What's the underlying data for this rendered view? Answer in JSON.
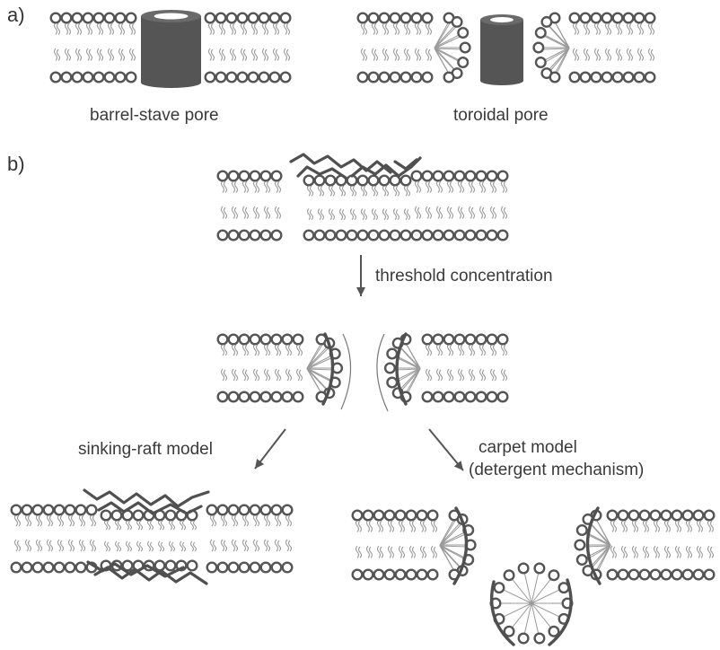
{
  "panels": {
    "a": "a)",
    "b": "b)"
  },
  "labels": {
    "barrel_stave": "barrel-stave pore",
    "toroidal": "toroidal pore",
    "threshold": "threshold concentration",
    "sinking_raft": "sinking-raft model",
    "carpet_line1": "carpet model",
    "carpet_line2": "(detergent mechanism)"
  },
  "colors": {
    "headgroup": "#555555",
    "tail": "#9a9a9a",
    "barrel": "#555555",
    "peptide": "#505050",
    "arrow": "#555555"
  }
}
